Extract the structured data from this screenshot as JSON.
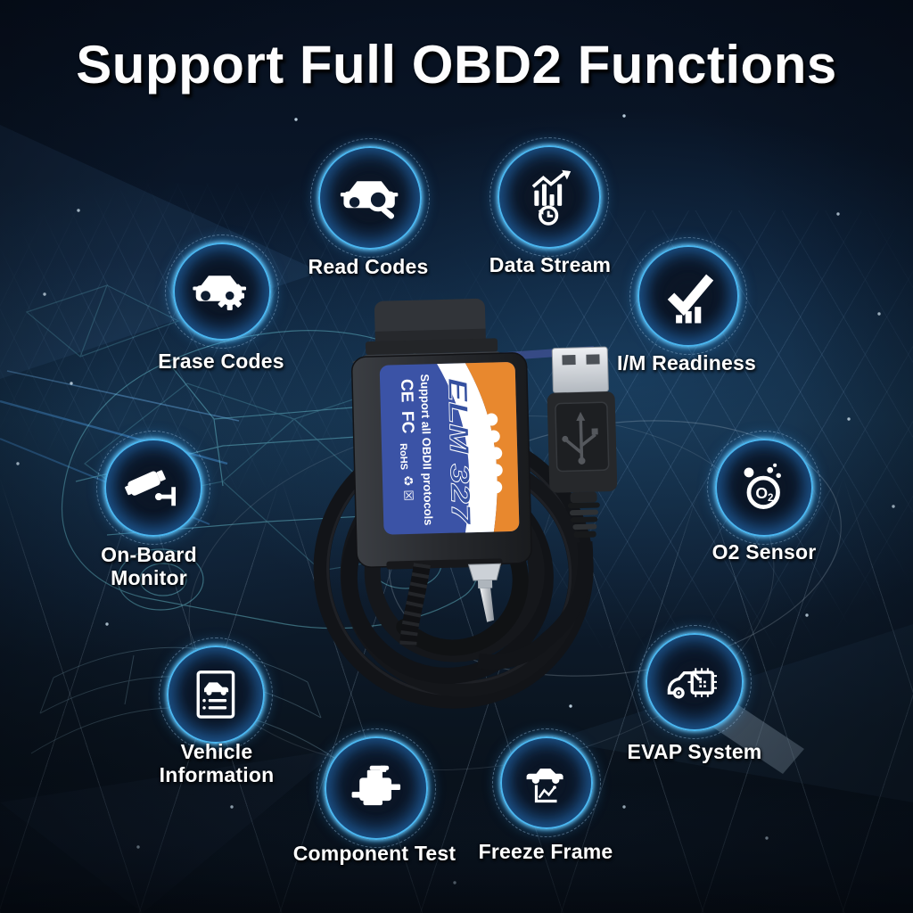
{
  "title": "Support Full OBD2 Functions",
  "features": [
    {
      "label": "Read Codes",
      "icon": "car-magnifier-icon"
    },
    {
      "label": "Data Stream",
      "icon": "chart-history-icon"
    },
    {
      "label": "Erase Codes",
      "icon": "car-gear-icon"
    },
    {
      "label": "I/M Readiness",
      "icon": "checkmark-bars-icon"
    },
    {
      "label": "On-Board Monitor",
      "icon": "surveillance-camera-icon"
    },
    {
      "label": "O2 Sensor",
      "icon": "o2-molecule-icon",
      "icon_text_main": "O",
      "icon_text_sub": "2"
    },
    {
      "label": "Vehicle Information",
      "icon": "vehicle-document-icon"
    },
    {
      "label": "EVAP System",
      "icon": "car-chip-icon"
    },
    {
      "label": "Component Test",
      "icon": "engine-icon"
    },
    {
      "label": "Freeze Frame",
      "icon": "car-chart-icon"
    }
  ],
  "product": {
    "model": "ELM 327",
    "label_text": "Support all OBDII protocols",
    "marks": [
      "CE",
      "FC",
      "RoHS"
    ],
    "mark_symbols": "♻ ☒",
    "led_count": 5
  },
  "colors": {
    "background": "#0c1a2c",
    "accent_cyan": "#45c3ff",
    "label_blue": "#3b53a6",
    "label_orange": "#e8882e",
    "wireframe_teal": "#74d3e0",
    "text": "#ffffff"
  }
}
